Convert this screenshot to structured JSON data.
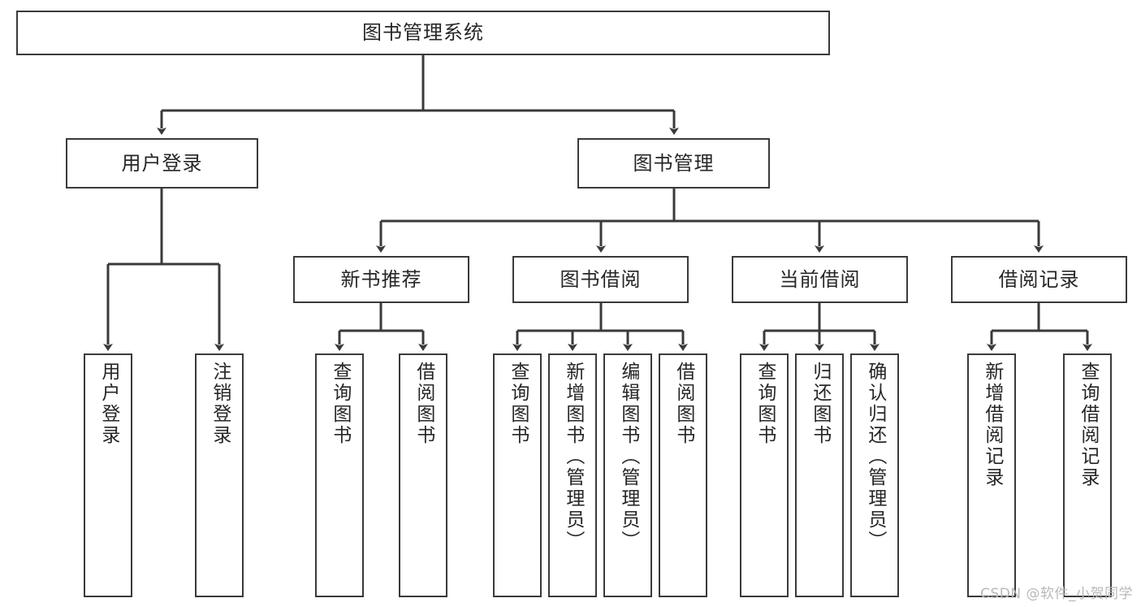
{
  "diagram": {
    "title": "图书管理系统",
    "type": "功能结构图",
    "stroke_color": "#3a3a3a",
    "text_color": "#262626",
    "background_color": "#ffffff"
  },
  "root": {
    "label": "图书管理系统"
  },
  "level1": [
    {
      "label": "用户登录"
    },
    {
      "label": "图书管理"
    }
  ],
  "level2": [
    {
      "label": "新书推荐"
    },
    {
      "label": "图书借阅"
    },
    {
      "label": "当前借阅"
    },
    {
      "label": "借阅记录"
    }
  ],
  "leaves": {
    "user_login": [
      {
        "label": "用户登录"
      },
      {
        "label": "注销登录"
      }
    ],
    "new_book": [
      {
        "label": "查询图书"
      },
      {
        "label": "借阅图书"
      }
    ],
    "book_borrow": [
      {
        "label": "查询图书"
      },
      {
        "label": "新增图书（管理员）"
      },
      {
        "label": "编辑图书（管理员）"
      },
      {
        "label": "借阅图书"
      }
    ],
    "current_borrow": [
      {
        "label": "查询图书"
      },
      {
        "label": "归还图书"
      },
      {
        "label": "确认归还（管理员）"
      }
    ],
    "borrow_record": [
      {
        "label": "新增借阅记录"
      },
      {
        "label": "查询借阅记录"
      }
    ]
  },
  "watermark": {
    "text": "CSDN @软件_小贺同学"
  }
}
